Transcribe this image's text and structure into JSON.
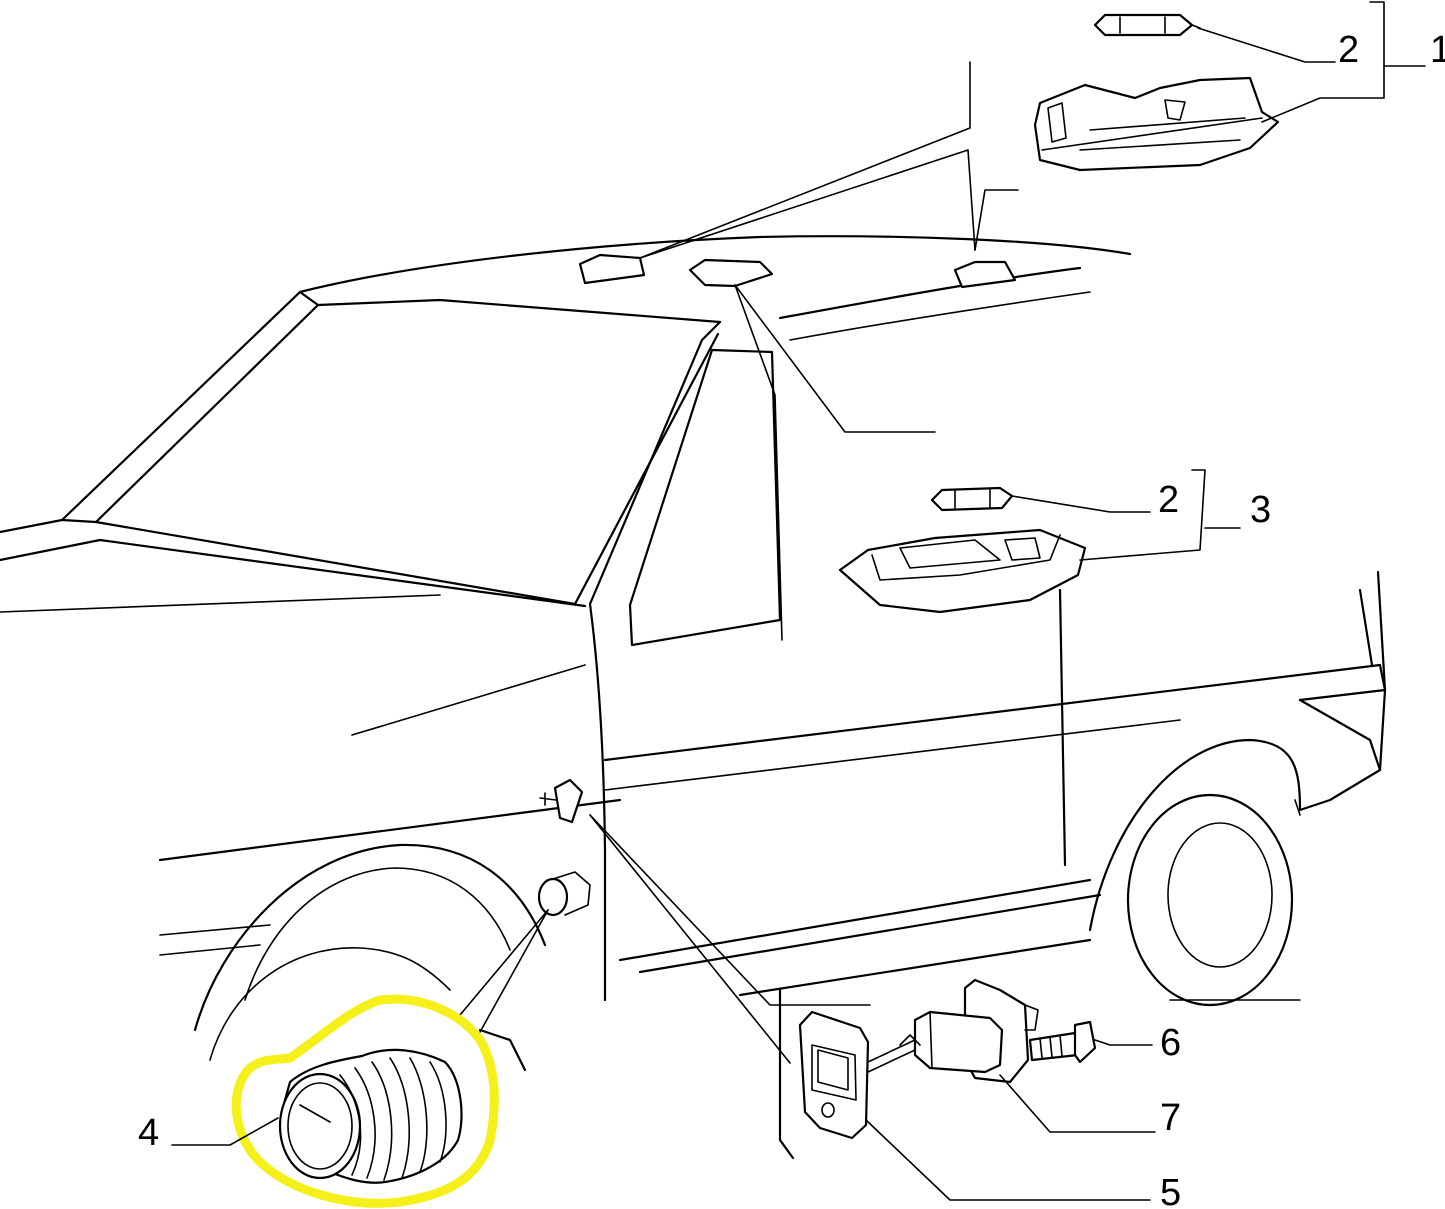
{
  "diagram": {
    "callouts": {
      "c1": "1",
      "c2_top": "2",
      "c2_mid": "2",
      "c3": "3",
      "c4": "4",
      "c5": "5",
      "c6": "6",
      "c7": "7"
    },
    "highlight_color": "#f5f01a",
    "highlighted_part": "4"
  }
}
